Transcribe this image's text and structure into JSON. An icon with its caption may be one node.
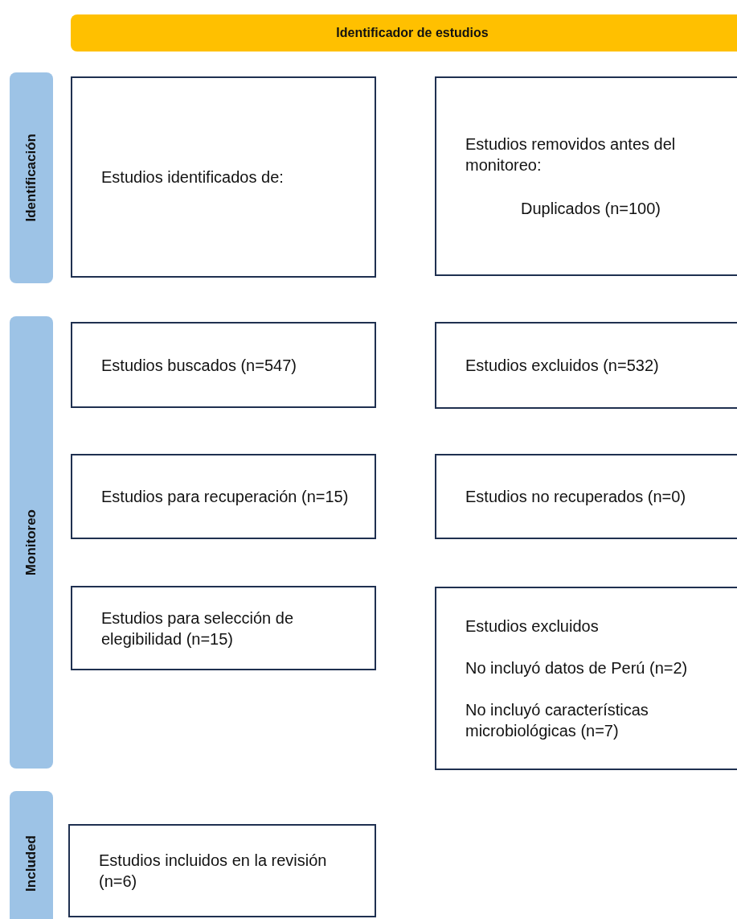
{
  "diagram": {
    "nodes": [
      {
        "text": [
          "Identificador de estudios"
        ]
      },
      {
        "text": [
          "Identificación"
        ]
      },
      {
        "text": [
          "Estudios identificados de:"
        ]
      },
      {
        "text": [
          "Estudios removidos antes del monitoreo:",
          "Duplicados (n=100)"
        ]
      },
      {
        "text": [
          "Monitoreo"
        ]
      },
      {
        "text": [
          "Estudios buscados (n=547)"
        ]
      },
      {
        "text": [
          "Estudios excluidos (n=532)"
        ]
      },
      {
        "text": [
          "Estudios para recuperación (n=15)"
        ]
      },
      {
        "text": [
          "Estudios no recuperados (n=0)"
        ]
      },
      {
        "text": [
          "Estudios para selección de elegibilidad (n=15)"
        ]
      },
      {
        "text": [
          "Estudios excluidos",
          "No incluyó datos de Perú (n=2)",
          "No incluyó características microbiológicas (n=7)"
        ]
      },
      {
        "text": [
          "Included"
        ]
      },
      {
        "text": [
          "Estudios incluidos en la revisión (n=6)"
        ]
      }
    ]
  }
}
